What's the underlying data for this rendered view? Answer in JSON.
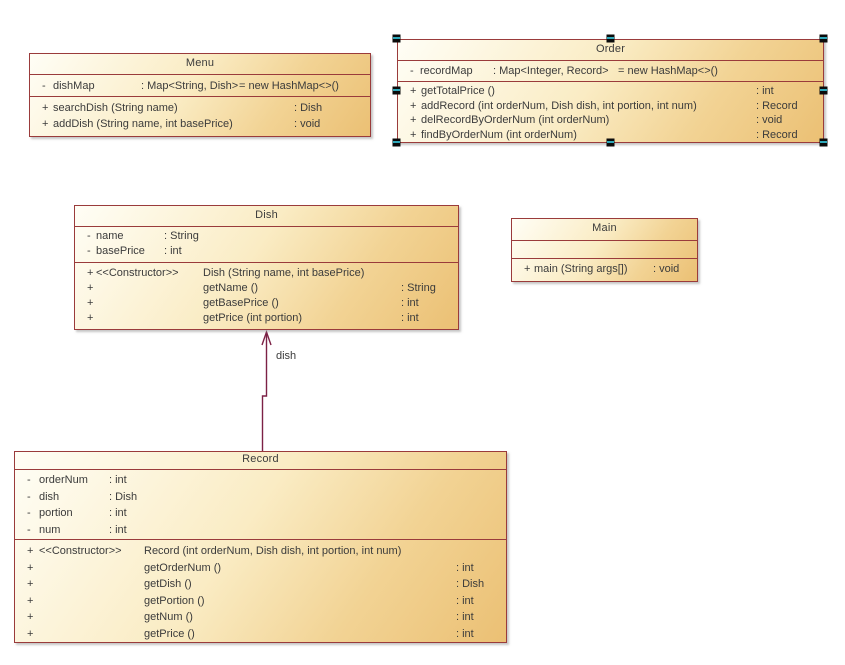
{
  "diagram": {
    "association_label": "dish",
    "selected_class": "Order",
    "colors": {
      "box_border": "#9a3b3b",
      "box_fill_start": "#fffef6",
      "box_fill_end": "#ebc074",
      "connector": "#7c2145",
      "text": "#3b3b3b",
      "handle": "#0b0b0b",
      "handle_accent": "#2fa9bb",
      "canvas_background": "#ffffff"
    }
  },
  "classes": [
    {
      "id": "menu",
      "title": "Menu",
      "attributes": [
        {
          "cells": [
            "-",
            "dishMap",
            ": Map<String, Dish>",
            "= new HashMap<>()"
          ]
        }
      ],
      "operations": [
        {
          "cells": [
            "+",
            "searchDish (String name)",
            ": Dish"
          ]
        },
        {
          "cells": [
            "+",
            "addDish (String name, int basePrice)",
            ": void"
          ]
        }
      ]
    },
    {
      "id": "order",
      "title": "Order",
      "selected": true,
      "attributes": [
        {
          "cells": [
            "-",
            "recordMap",
            ": Map<Integer, Record>",
            "= new HashMap<>()"
          ]
        }
      ],
      "operations": [
        {
          "cells": [
            "+",
            "getTotalPrice ()",
            ": int"
          ]
        },
        {
          "cells": [
            "+",
            "addRecord (int orderNum, Dish dish, int portion, int num)",
            ": Record"
          ]
        },
        {
          "cells": [
            "+",
            "delRecordByOrderNum (int orderNum)",
            ": void"
          ]
        },
        {
          "cells": [
            "+",
            "findByOrderNum (int orderNum)",
            ": Record"
          ]
        }
      ]
    },
    {
      "id": "dish",
      "title": "Dish",
      "attributes": [
        {
          "cells": [
            "-",
            "name",
            ": String"
          ]
        },
        {
          "cells": [
            "-",
            "basePrice",
            ": int"
          ]
        }
      ],
      "operations": [
        {
          "cells": [
            "+",
            "<<Constructor>>",
            "Dish (String name, int basePrice)",
            ""
          ]
        },
        {
          "cells": [
            "+",
            "",
            "getName ()",
            ": String"
          ]
        },
        {
          "cells": [
            "+",
            "",
            "getBasePrice ()",
            ": int"
          ]
        },
        {
          "cells": [
            "+",
            "",
            "getPrice (int portion)",
            ": int"
          ]
        }
      ]
    },
    {
      "id": "main",
      "title": "Main",
      "attributes": [],
      "operations": [
        {
          "cells": [
            "+",
            "main (String args[])",
            ": void"
          ]
        }
      ]
    },
    {
      "id": "record",
      "title": "Record",
      "attributes": [
        {
          "cells": [
            "-",
            "orderNum",
            ": int"
          ]
        },
        {
          "cells": [
            "-",
            "dish",
            ": Dish"
          ]
        },
        {
          "cells": [
            "-",
            "portion",
            ": int"
          ]
        },
        {
          "cells": [
            "-",
            "num",
            ": int"
          ]
        }
      ],
      "operations": [
        {
          "cells": [
            "+",
            "<<Constructor>>",
            "Record (int orderNum, Dish dish, int portion, int num)",
            ""
          ]
        },
        {
          "cells": [
            "+",
            "",
            "getOrderNum ()",
            ": int"
          ]
        },
        {
          "cells": [
            "+",
            "",
            "getDish ()",
            ": Dish"
          ]
        },
        {
          "cells": [
            "+",
            "",
            "getPortion ()",
            ": int"
          ]
        },
        {
          "cells": [
            "+",
            "",
            "getNum ()",
            ": int"
          ]
        },
        {
          "cells": [
            "+",
            "",
            "getPrice ()",
            ": int"
          ]
        }
      ]
    }
  ]
}
